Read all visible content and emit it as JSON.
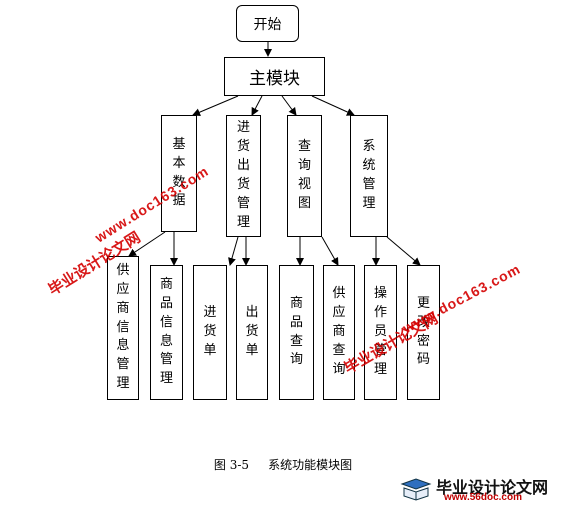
{
  "diagram": {
    "start": "开始",
    "root": "主模块",
    "modules": [
      "基本数据",
      "进货出货管理",
      "查询视图",
      "系统管理"
    ],
    "leaves": [
      "供应商信息管理",
      "商品信息管理",
      "进货单",
      "出货单",
      "商品查询",
      "供应商查询",
      "操作员管理",
      "更改密码"
    ]
  },
  "caption": "图 3-5     系统功能模块图",
  "watermarks": {
    "url": "www.doc163.com",
    "name": "毕业设计论文网"
  },
  "logo": {
    "name": "毕业设计论文网",
    "url": "www.56doc.com"
  }
}
